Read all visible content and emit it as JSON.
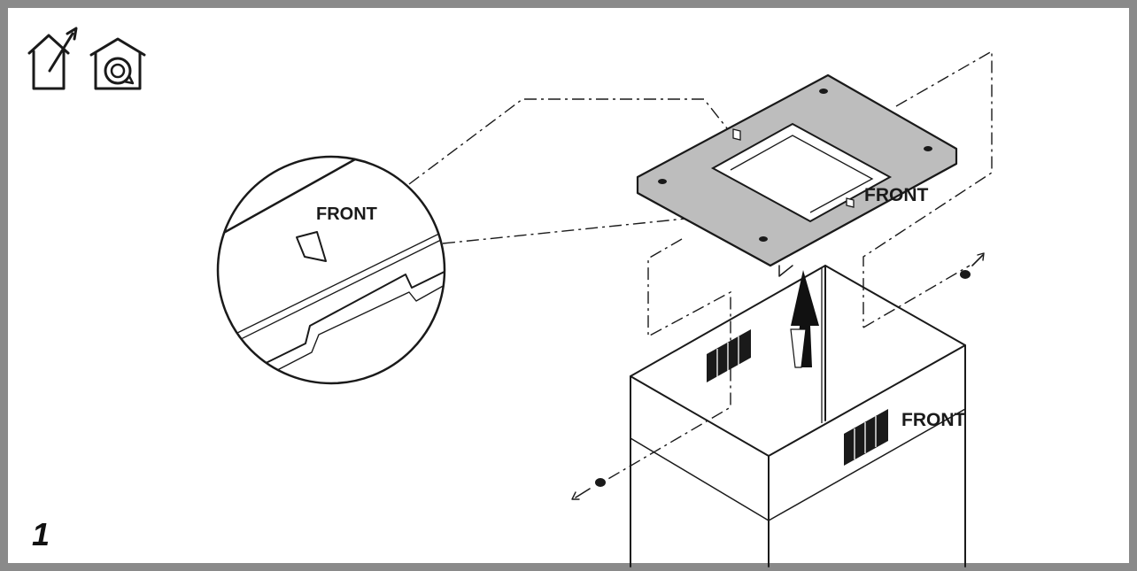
{
  "step_number": "1",
  "labels": {
    "front_zoom": "FRONT",
    "front_plate": "FRONT",
    "front_box": "FRONT"
  },
  "icons": [
    "house-ducted-exhaust-icon",
    "house-recirculation-icon"
  ],
  "colors": {
    "frame": "#8a8a8a",
    "plate": "#bdbdbd",
    "ink": "#1a1a1a",
    "background": "#ffffff"
  }
}
